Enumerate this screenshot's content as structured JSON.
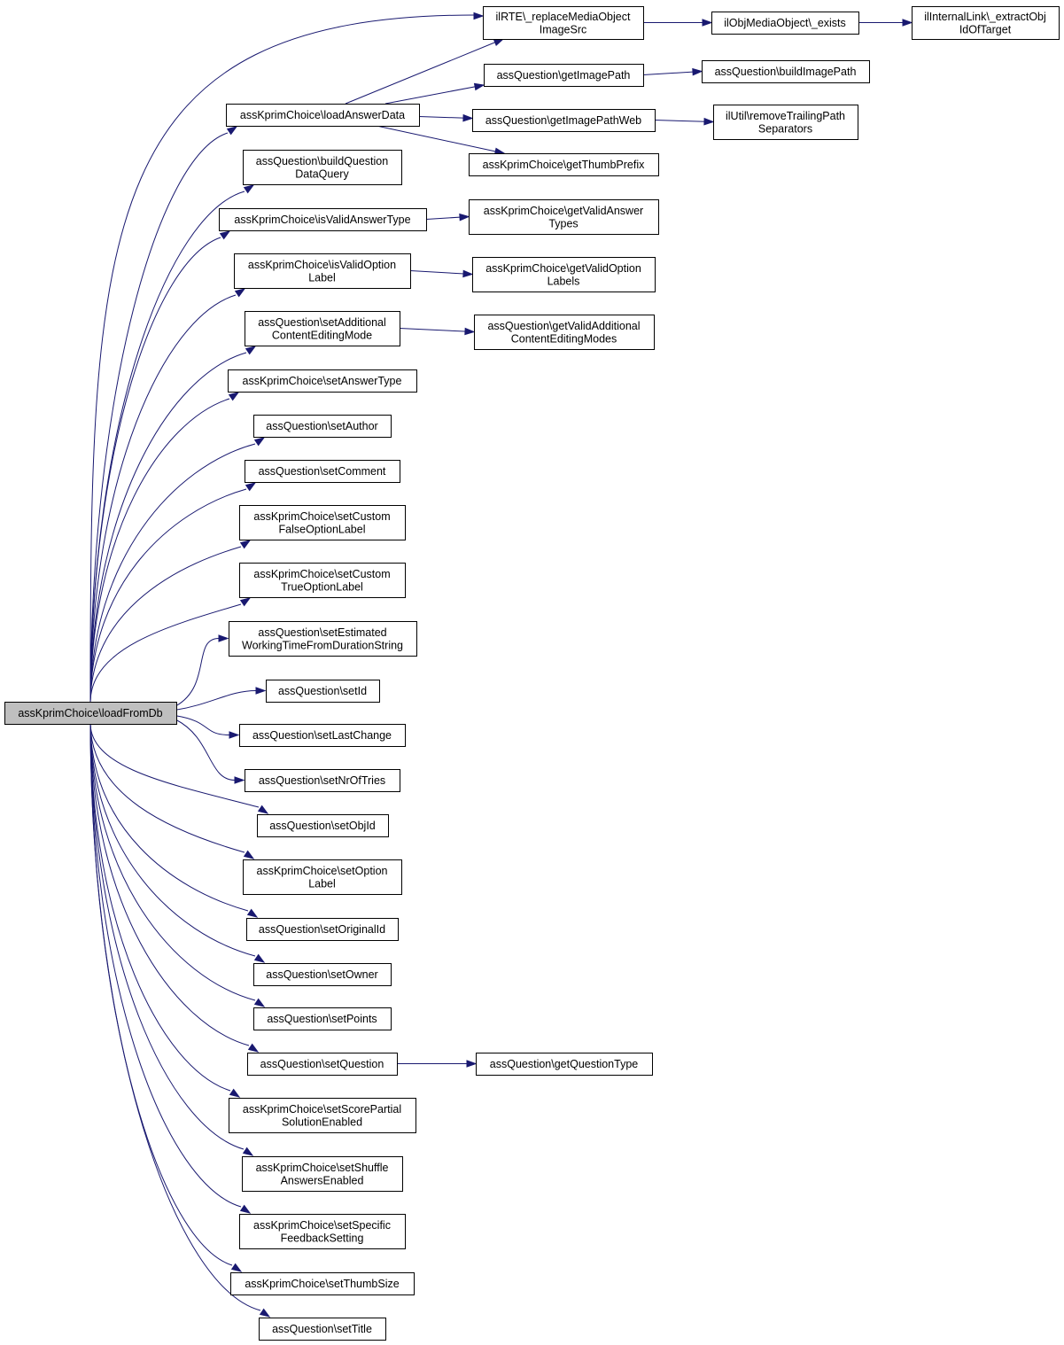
{
  "nodes": [
    {
      "id": "root",
      "lines": [
        "assKprimChoice\\loadFromDb"
      ],
      "root": true
    },
    {
      "id": "replaceMedia",
      "lines": [
        "ilRTE\\_replaceMediaObject",
        "ImageSrc"
      ]
    },
    {
      "id": "mediaExists",
      "lines": [
        "ilObjMediaObject\\_exists"
      ]
    },
    {
      "id": "extractObj",
      "lines": [
        "ilInternalLink\\_extractObj",
        "IdOfTarget"
      ]
    },
    {
      "id": "getImagePath",
      "lines": [
        "assQuestion\\getImagePath"
      ]
    },
    {
      "id": "buildImagePath",
      "lines": [
        "assQuestion\\buildImagePath"
      ]
    },
    {
      "id": "loadAnswerData",
      "lines": [
        "assKprimChoice\\loadAnswerData"
      ]
    },
    {
      "id": "getImagePathWeb",
      "lines": [
        "assQuestion\\getImagePathWeb"
      ]
    },
    {
      "id": "removeTrailing",
      "lines": [
        "ilUtil\\removeTrailingPath",
        "Separators"
      ]
    },
    {
      "id": "getThumbPrefix",
      "lines": [
        "assKprimChoice\\getThumbPrefix"
      ]
    },
    {
      "id": "buildQuestionData",
      "lines": [
        "assQuestion\\buildQuestion",
        "DataQuery"
      ]
    },
    {
      "id": "isValidAnswerType",
      "lines": [
        "assKprimChoice\\isValidAnswerType"
      ]
    },
    {
      "id": "getValidAnswerTypes",
      "lines": [
        "assKprimChoice\\getValidAnswer",
        "Types"
      ]
    },
    {
      "id": "isValidOptionLabel",
      "lines": [
        "assKprimChoice\\isValidOption",
        "Label"
      ]
    },
    {
      "id": "getValidOptionLabels",
      "lines": [
        "assKprimChoice\\getValidOption",
        "Labels"
      ]
    },
    {
      "id": "setAdditional",
      "lines": [
        "assQuestion\\setAdditional",
        "ContentEditingMode"
      ]
    },
    {
      "id": "getValidAdditional",
      "lines": [
        "assQuestion\\getValidAdditional",
        "ContentEditingModes"
      ]
    },
    {
      "id": "setAnswerType",
      "lines": [
        "assKprimChoice\\setAnswerType"
      ]
    },
    {
      "id": "setAuthor",
      "lines": [
        "assQuestion\\setAuthor"
      ]
    },
    {
      "id": "setComment",
      "lines": [
        "assQuestion\\setComment"
      ]
    },
    {
      "id": "setCustomFalse",
      "lines": [
        "assKprimChoice\\setCustom",
        "FalseOptionLabel"
      ]
    },
    {
      "id": "setCustomTrue",
      "lines": [
        "assKprimChoice\\setCustom",
        "TrueOptionLabel"
      ]
    },
    {
      "id": "setEstimated",
      "lines": [
        "assQuestion\\setEstimated",
        "WorkingTimeFromDurationString"
      ]
    },
    {
      "id": "setId",
      "lines": [
        "assQuestion\\setId"
      ]
    },
    {
      "id": "setLastChange",
      "lines": [
        "assQuestion\\setLastChange"
      ]
    },
    {
      "id": "setNrOfTries",
      "lines": [
        "assQuestion\\setNrOfTries"
      ]
    },
    {
      "id": "setObjId",
      "lines": [
        "assQuestion\\setObjId"
      ]
    },
    {
      "id": "setOptionLabel",
      "lines": [
        "assKprimChoice\\setOption",
        "Label"
      ]
    },
    {
      "id": "setOriginalId",
      "lines": [
        "assQuestion\\setOriginalId"
      ]
    },
    {
      "id": "setOwner",
      "lines": [
        "assQuestion\\setOwner"
      ]
    },
    {
      "id": "setPoints",
      "lines": [
        "assQuestion\\setPoints"
      ]
    },
    {
      "id": "setQuestion",
      "lines": [
        "assQuestion\\setQuestion"
      ]
    },
    {
      "id": "getQuestionType",
      "lines": [
        "assQuestion\\getQuestionType"
      ]
    },
    {
      "id": "setScorePartial",
      "lines": [
        "assKprimChoice\\setScorePartial",
        "SolutionEnabled"
      ]
    },
    {
      "id": "setShuffle",
      "lines": [
        "assKprimChoice\\setShuffle",
        "AnswersEnabled"
      ]
    },
    {
      "id": "setSpecific",
      "lines": [
        "assKprimChoice\\setSpecific",
        "FeedbackSetting"
      ]
    },
    {
      "id": "setThumbSize",
      "lines": [
        "assKprimChoice\\setThumbSize"
      ]
    },
    {
      "id": "setTitle",
      "lines": [
        "assQuestion\\setTitle"
      ]
    }
  ],
  "edges": [
    [
      "root",
      "replaceMedia"
    ],
    [
      "root",
      "loadAnswerData"
    ],
    [
      "root",
      "buildQuestionData"
    ],
    [
      "root",
      "isValidAnswerType"
    ],
    [
      "root",
      "isValidOptionLabel"
    ],
    [
      "root",
      "setAdditional"
    ],
    [
      "root",
      "setAnswerType"
    ],
    [
      "root",
      "setAuthor"
    ],
    [
      "root",
      "setComment"
    ],
    [
      "root",
      "setCustomFalse"
    ],
    [
      "root",
      "setCustomTrue"
    ],
    [
      "root",
      "setEstimated"
    ],
    [
      "root",
      "setId"
    ],
    [
      "root",
      "setLastChange"
    ],
    [
      "root",
      "setNrOfTries"
    ],
    [
      "root",
      "setObjId"
    ],
    [
      "root",
      "setOptionLabel"
    ],
    [
      "root",
      "setOriginalId"
    ],
    [
      "root",
      "setOwner"
    ],
    [
      "root",
      "setPoints"
    ],
    [
      "root",
      "setQuestion"
    ],
    [
      "root",
      "setScorePartial"
    ],
    [
      "root",
      "setShuffle"
    ],
    [
      "root",
      "setSpecific"
    ],
    [
      "root",
      "setThumbSize"
    ],
    [
      "root",
      "setTitle"
    ],
    [
      "replaceMedia",
      "mediaExists"
    ],
    [
      "mediaExists",
      "extractObj"
    ],
    [
      "loadAnswerData",
      "replaceMedia"
    ],
    [
      "loadAnswerData",
      "getImagePath"
    ],
    [
      "loadAnswerData",
      "getImagePathWeb"
    ],
    [
      "loadAnswerData",
      "getThumbPrefix"
    ],
    [
      "getImagePath",
      "buildImagePath"
    ],
    [
      "getImagePathWeb",
      "removeTrailing"
    ],
    [
      "isValidAnswerType",
      "getValidAnswerTypes"
    ],
    [
      "isValidOptionLabel",
      "getValidOptionLabels"
    ],
    [
      "setAdditional",
      "getValidAdditional"
    ],
    [
      "setQuestion",
      "getQuestionType"
    ]
  ]
}
